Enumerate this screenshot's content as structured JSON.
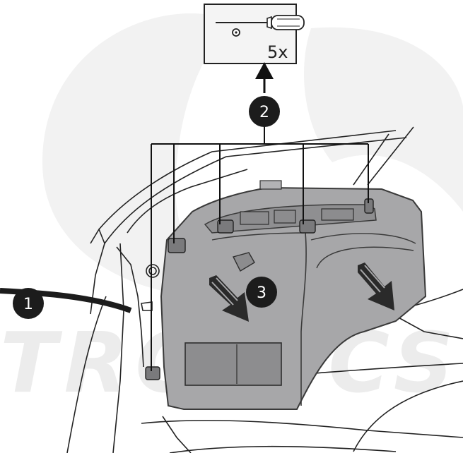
{
  "watermark": {
    "text": "TRONICS",
    "color": "#ececec"
  },
  "tool_box": {
    "quantity": "5x",
    "icon": "torx-screwdriver-icon"
  },
  "callouts": [
    {
      "number": "1",
      "meaning": "step"
    },
    {
      "number": "2",
      "meaning": "step"
    },
    {
      "number": "3",
      "meaning": "step"
    }
  ],
  "colors": {
    "panel_fill": "#a7a7a9",
    "panel_stroke": "#4a4a4a",
    "line": "#111111",
    "callout_fill": "#1c1c1c",
    "arrow_fill": "#2a2a2a"
  }
}
